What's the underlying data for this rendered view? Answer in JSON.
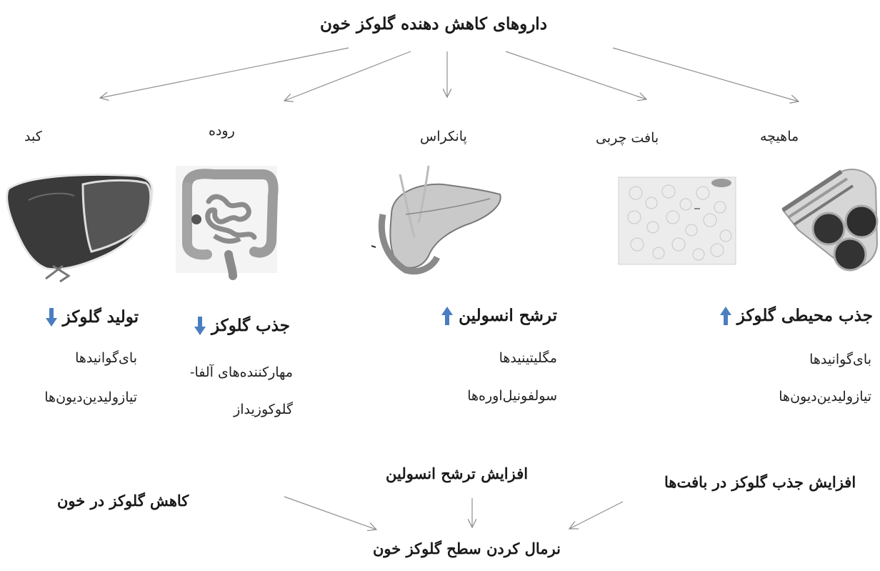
{
  "top": {
    "title": "داروهای کاهش دهنده گلوکز خون"
  },
  "organs": {
    "liver": "کبد",
    "intestine": "روده",
    "pancreas": "پانکراس",
    "fat": "بافت چربی",
    "muscle": "ماهیچه"
  },
  "effects": {
    "liver": {
      "title": "تولید گلوکز",
      "direction": "down",
      "drugs": [
        "بای‌گوانیدها",
        "تیازولیدین‌دیون‌ها"
      ]
    },
    "intestine": {
      "title": "جذب گلوکز",
      "direction": "down",
      "drugs": [
        "مهارکننده‌های آلفا-",
        "گلوکوزیداز"
      ]
    },
    "pancreas": {
      "title": "ترشح انسولین",
      "direction": "up",
      "drugs": [
        "مگلیتینیدها",
        "سولفونیل‌اوره‌ها"
      ]
    },
    "muscle_fat": {
      "title": "جذب محیطی گلوکز",
      "direction": "up",
      "drugs": [
        "بای‌گوانیدها",
        "تیازولیدین‌دیون‌ها"
      ]
    }
  },
  "bottom": {
    "left": "کاهش گلوکز در خون",
    "center": "افزایش ترشح انسولین",
    "right": "افزایش جذب گلوکز در بافت‌ها",
    "result": "نرمال کردن سطح گلوکز خون"
  },
  "colors": {
    "arrow_blue": "#4a7ec0",
    "line_gray": "#9a9a9a"
  }
}
